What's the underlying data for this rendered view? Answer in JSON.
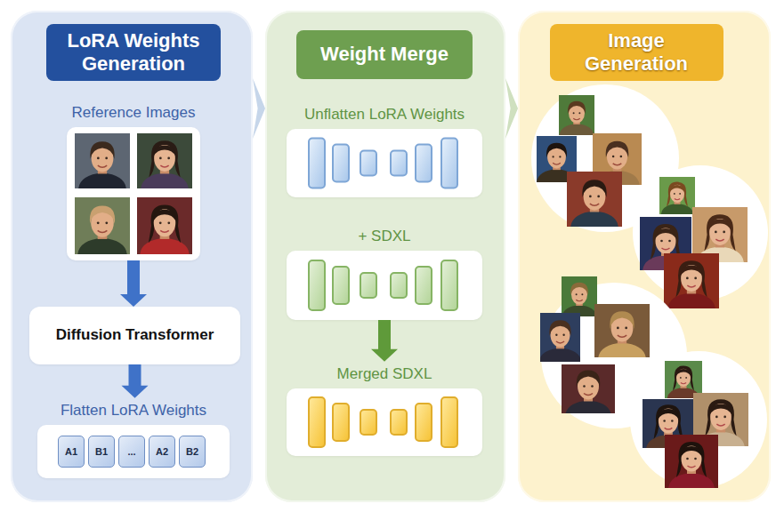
{
  "diagram": {
    "nodes": [
      {
        "text": [
          "LoRA Weights Generation"
        ]
      },
      {
        "text": [
          "Reference Images"
        ],
        "in": 0
      },
      {
        "text": [
          "Diffusion Transformer"
        ],
        "in": 0
      },
      {
        "text": [
          "Flatten LoRA Weights"
        ],
        "in": 0
      },
      {
        "text": [
          "A1"
        ],
        "in": 3
      },
      {
        "text": [
          "B1"
        ],
        "in": 3
      },
      {
        "text": [
          "..."
        ],
        "in": 3
      },
      {
        "text": [
          "A2"
        ],
        "in": 3
      },
      {
        "text": [
          "B2"
        ],
        "in": 3
      },
      {
        "text": [
          "Weight Merge"
        ]
      },
      {
        "text": [
          "Unflatten LoRA Weights"
        ],
        "in": 9
      },
      {
        "text": [
          "+ SDXL"
        ],
        "in": 9
      },
      {
        "text": [
          "Merged SDXL"
        ],
        "in": 9
      },
      {
        "text": [
          "Image Generation"
        ]
      }
    ],
    "edges": [
      {
        "from": 0,
        "to": 9,
        "arrow": "to"
      },
      {
        "from": 1,
        "to": 2,
        "arrow": "to"
      },
      {
        "from": 2,
        "to": 3,
        "arrow": "to"
      },
      {
        "from": 9,
        "to": 13,
        "arrow": "to"
      },
      {
        "from": 11,
        "to": 12,
        "arrow": "to"
      }
    ]
  }
}
